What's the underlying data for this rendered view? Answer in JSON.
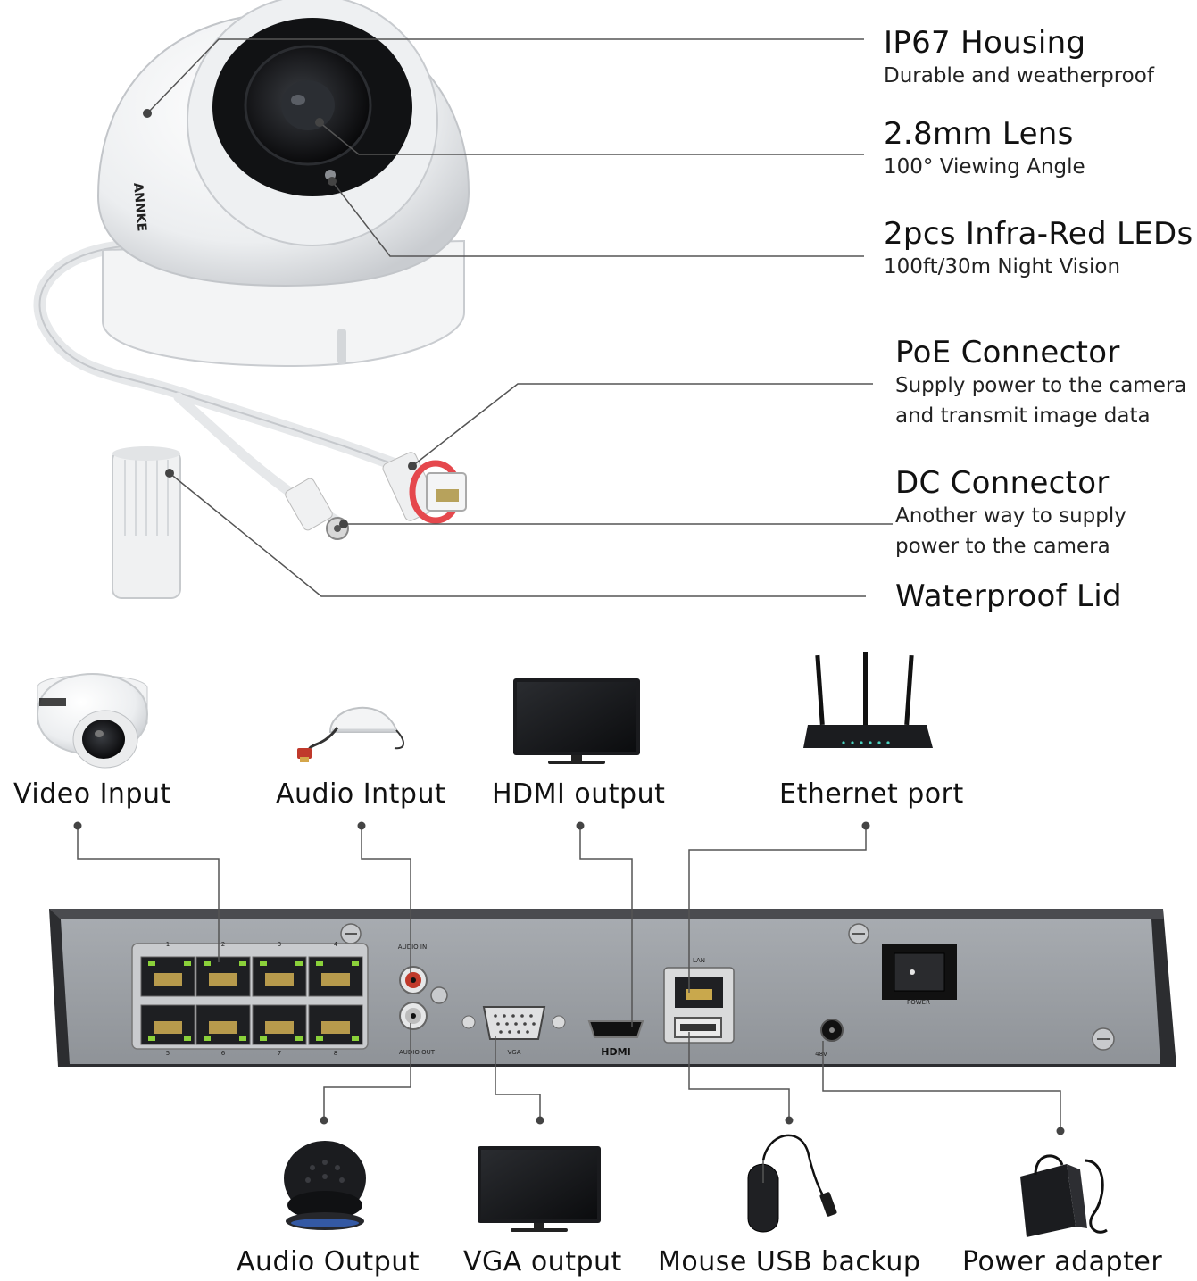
{
  "camera_callouts": [
    {
      "title": "IP67 Housing",
      "desc": [
        "Durable and weatherproof"
      ]
    },
    {
      "title": "2.8mm Lens",
      "desc": [
        "100° Viewing Angle"
      ]
    },
    {
      "title": "2pcs Infra-Red LEDs",
      "desc": [
        "100ft/30m Night Vision"
      ]
    },
    {
      "title": "PoE Connector",
      "desc": [
        "Supply power to the camera",
        "and transmit image data"
      ]
    },
    {
      "title": "DC Connector",
      "desc": [
        "Another way to supply",
        "power to the camera"
      ]
    },
    {
      "title": "Waterproof Lid",
      "desc": []
    }
  ],
  "camera_brand": "ANNKE",
  "top_devices": [
    {
      "label": "Video Input",
      "icon": "dome-camera-icon"
    },
    {
      "label": "Audio Intput",
      "icon": "microphone-icon"
    },
    {
      "label": "HDMI output",
      "icon": "monitor-icon"
    },
    {
      "label": "Ethernet port",
      "icon": "router-icon"
    }
  ],
  "bottom_devices": [
    {
      "label": "Audio Output",
      "icon": "speaker-icon"
    },
    {
      "label": "VGA output",
      "icon": "monitor-icon"
    },
    {
      "label": "Mouse USB backup",
      "icon": "mouse-icon"
    },
    {
      "label": "Power adapter",
      "icon": "power-adapter-icon"
    }
  ],
  "nvr_panel": {
    "port_numbers": [
      "1",
      "2",
      "3",
      "4",
      "5",
      "6",
      "7",
      "8"
    ],
    "audio_in": "AUDIO IN",
    "audio_out": "AUDIO OUT",
    "vga": "VGA",
    "hdmi": "HDMI",
    "lan": "LAN",
    "power": "POWER",
    "dc": "48V"
  },
  "colors": {
    "panel": "#9a9ea3",
    "frame": "#3a3a3a",
    "line": "#555555",
    "ring_red": "#e5484d",
    "led_green": "#8bd13a"
  }
}
